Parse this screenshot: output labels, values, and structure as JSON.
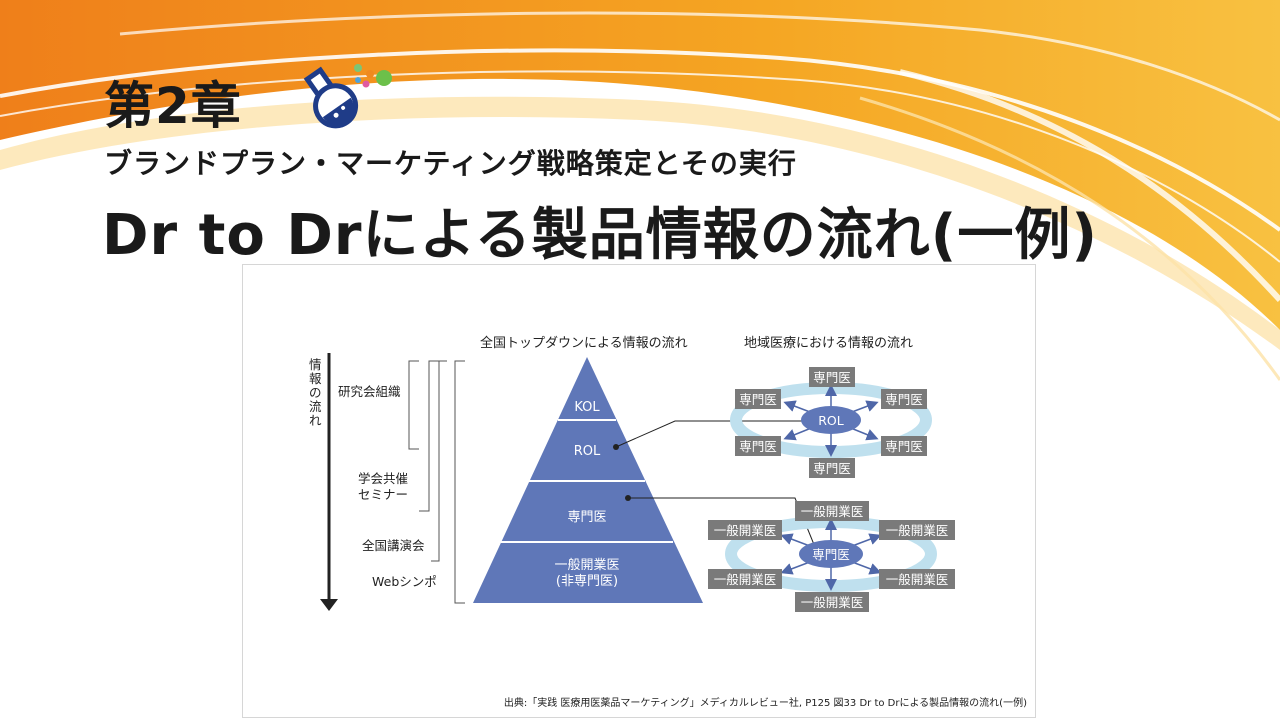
{
  "header": {
    "chapter": "第2章",
    "subtitle": "ブランドプラン・マーケティング戦略策定とその実行",
    "title": "Dr to Drによる製品情報の流れ(一例)"
  },
  "figure": {
    "left_heading": "全国トップダウンによる情報の流れ",
    "right_heading": "地域医療における情報の流れ",
    "flow_label": [
      "情",
      "報",
      "の",
      "流",
      "れ"
    ],
    "channels": {
      "research": "研究会組織",
      "society_line1": "学会共催",
      "society_line2": "セミナー",
      "national": "全国講演会",
      "web": "Webシンポ"
    },
    "pyramid": {
      "kol": "KOL",
      "rol": "ROL",
      "specialist": "専門医",
      "gp_line1": "一般開業医",
      "gp_line2": "(非専門医)"
    },
    "cluster_top": {
      "center": "ROL",
      "node": "専門医"
    },
    "cluster_bottom": {
      "center": "専門医",
      "node": "一般開業医"
    },
    "source": "出典:「実践 医療用医薬品マーケティング」メディカルレビュー社, P125 図33 Dr to Drによる製品情報の流れ(一例)"
  },
  "colors": {
    "pyramid": "#5f77b8",
    "node_box": "#7a7a7a",
    "ring": "#bfe0ee",
    "orange": "#f08a1e",
    "yellow": "#f7b733"
  }
}
